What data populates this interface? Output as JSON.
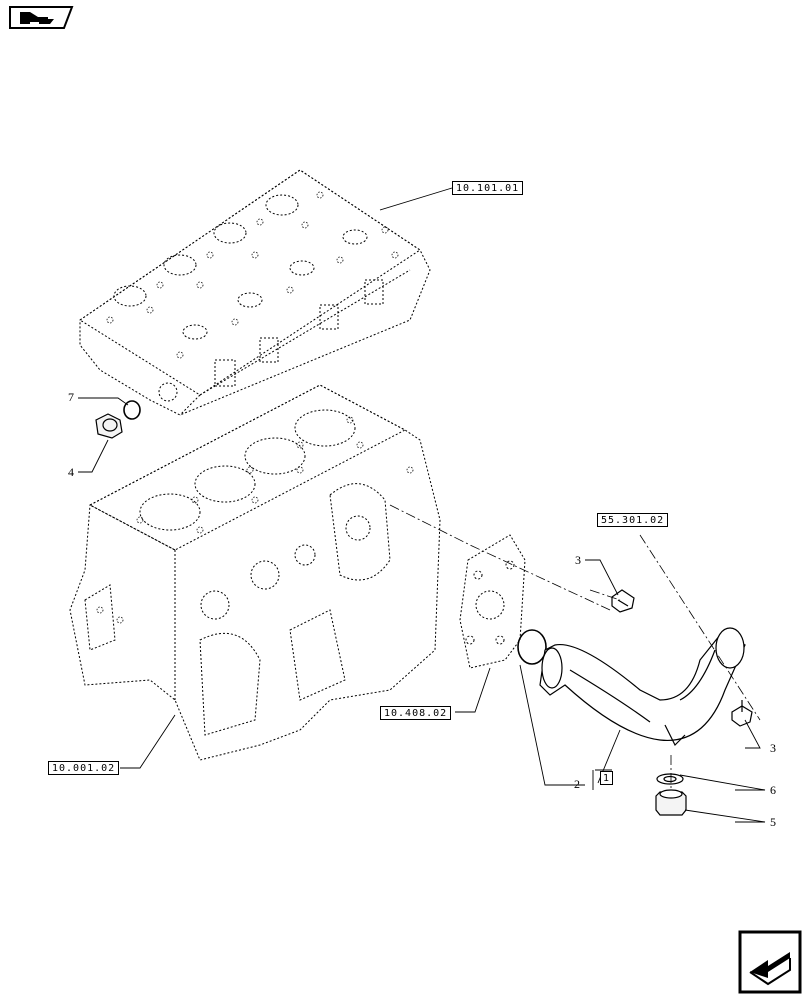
{
  "references": {
    "cylinder_head": "10.101.01",
    "engine_block": "10.001.02",
    "water_pump": "10.408.02",
    "radiator": "55.301.02"
  },
  "callouts": {
    "c7": "7",
    "c4": "4",
    "c3a": "3",
    "c3b": "3",
    "c2": "2",
    "c1": "1",
    "c6": "6",
    "c5": "5"
  },
  "icons": {
    "top_left": "page-badge-icon",
    "bottom_right": "next-page-arrow-icon"
  }
}
